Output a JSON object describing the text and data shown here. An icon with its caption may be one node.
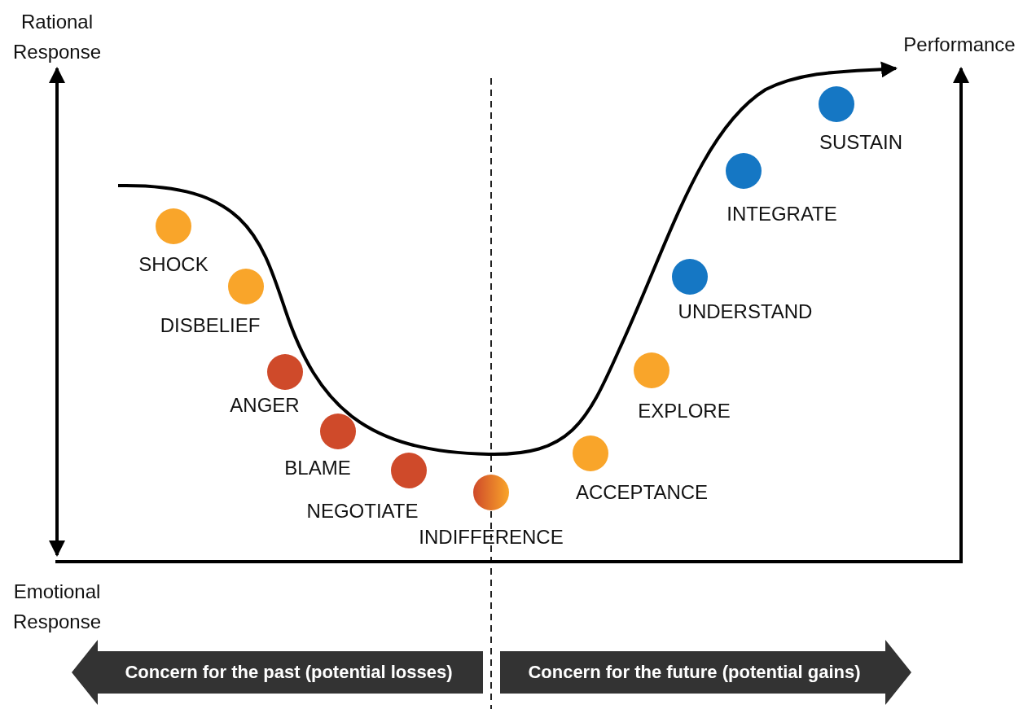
{
  "diagram": {
    "nodes": [
      {
        "text": [],
        "shape": "circle",
        "beside": [
          "SHOCK"
        ]
      },
      {
        "text": [],
        "shape": "circle",
        "beside": [
          "DISBELIEF"
        ]
      },
      {
        "text": [],
        "shape": "circle",
        "beside": [
          "ANGER"
        ]
      },
      {
        "text": [],
        "shape": "circle",
        "beside": [
          "BLAME"
        ]
      },
      {
        "text": [],
        "shape": "circle",
        "beside": [
          "NEGOTIATE"
        ]
      },
      {
        "text": [],
        "shape": "circle",
        "beside": [
          "INDIFFERENCE"
        ]
      },
      {
        "text": [],
        "shape": "circle",
        "beside": [
          "ACCEPTANCE"
        ]
      },
      {
        "text": [],
        "shape": "circle",
        "beside": [
          "EXPLORE"
        ]
      },
      {
        "text": [],
        "shape": "circle",
        "beside": [
          "UNDERSTAND"
        ]
      },
      {
        "text": [],
        "shape": "circle",
        "beside": [
          "INTEGRATE"
        ]
      },
      {
        "text": [],
        "shape": "circle",
        "beside": [
          "SUSTAIN"
        ]
      },
      {
        "text": [
          "Concern for the past (potential losses)"
        ]
      },
      {
        "text": [
          "Concern for the future (potential gains)"
        ]
      }
    ],
    "labels": [
      "Rational Response",
      "Performance",
      "Emotional Response"
    ]
  }
}
